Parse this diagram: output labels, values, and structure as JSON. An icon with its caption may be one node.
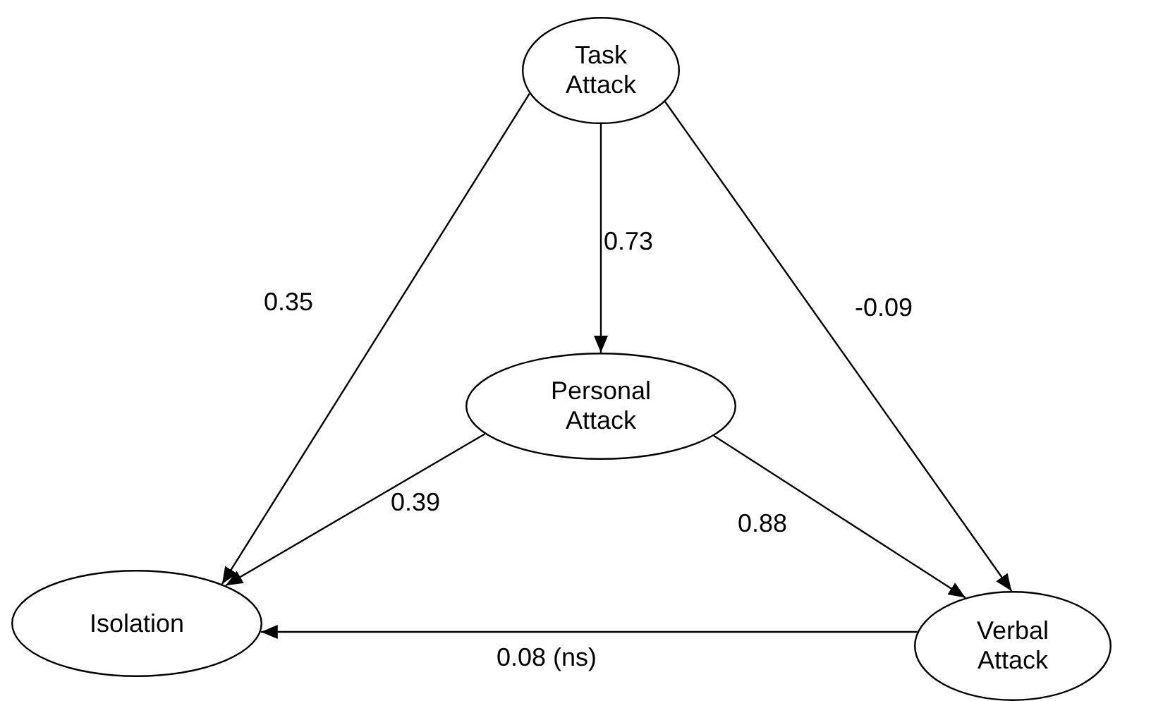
{
  "diagram": {
    "nodes": [
      {
        "text": [
          "Task Attack"
        ]
      },
      {
        "text": [
          "Personal Attack"
        ]
      },
      {
        "text": [
          "Isolation"
        ]
      },
      {
        "text": [
          "Verbal Attack"
        ]
      }
    ],
    "edges": [
      {
        "from": 0,
        "to": 1,
        "arrow": "to",
        "label": "0.73"
      },
      {
        "from": 0,
        "to": 2,
        "arrow": "to",
        "label": "0.35"
      },
      {
        "from": 0,
        "to": 3,
        "arrow": "to",
        "label": "-0.09"
      },
      {
        "from": 1,
        "to": 2,
        "arrow": "to",
        "label": "0.39"
      },
      {
        "from": 1,
        "to": 3,
        "arrow": "to",
        "label": "0.88"
      },
      {
        "from": 3,
        "to": 2,
        "arrow": "to",
        "label": "0.08 (ns)"
      }
    ]
  }
}
